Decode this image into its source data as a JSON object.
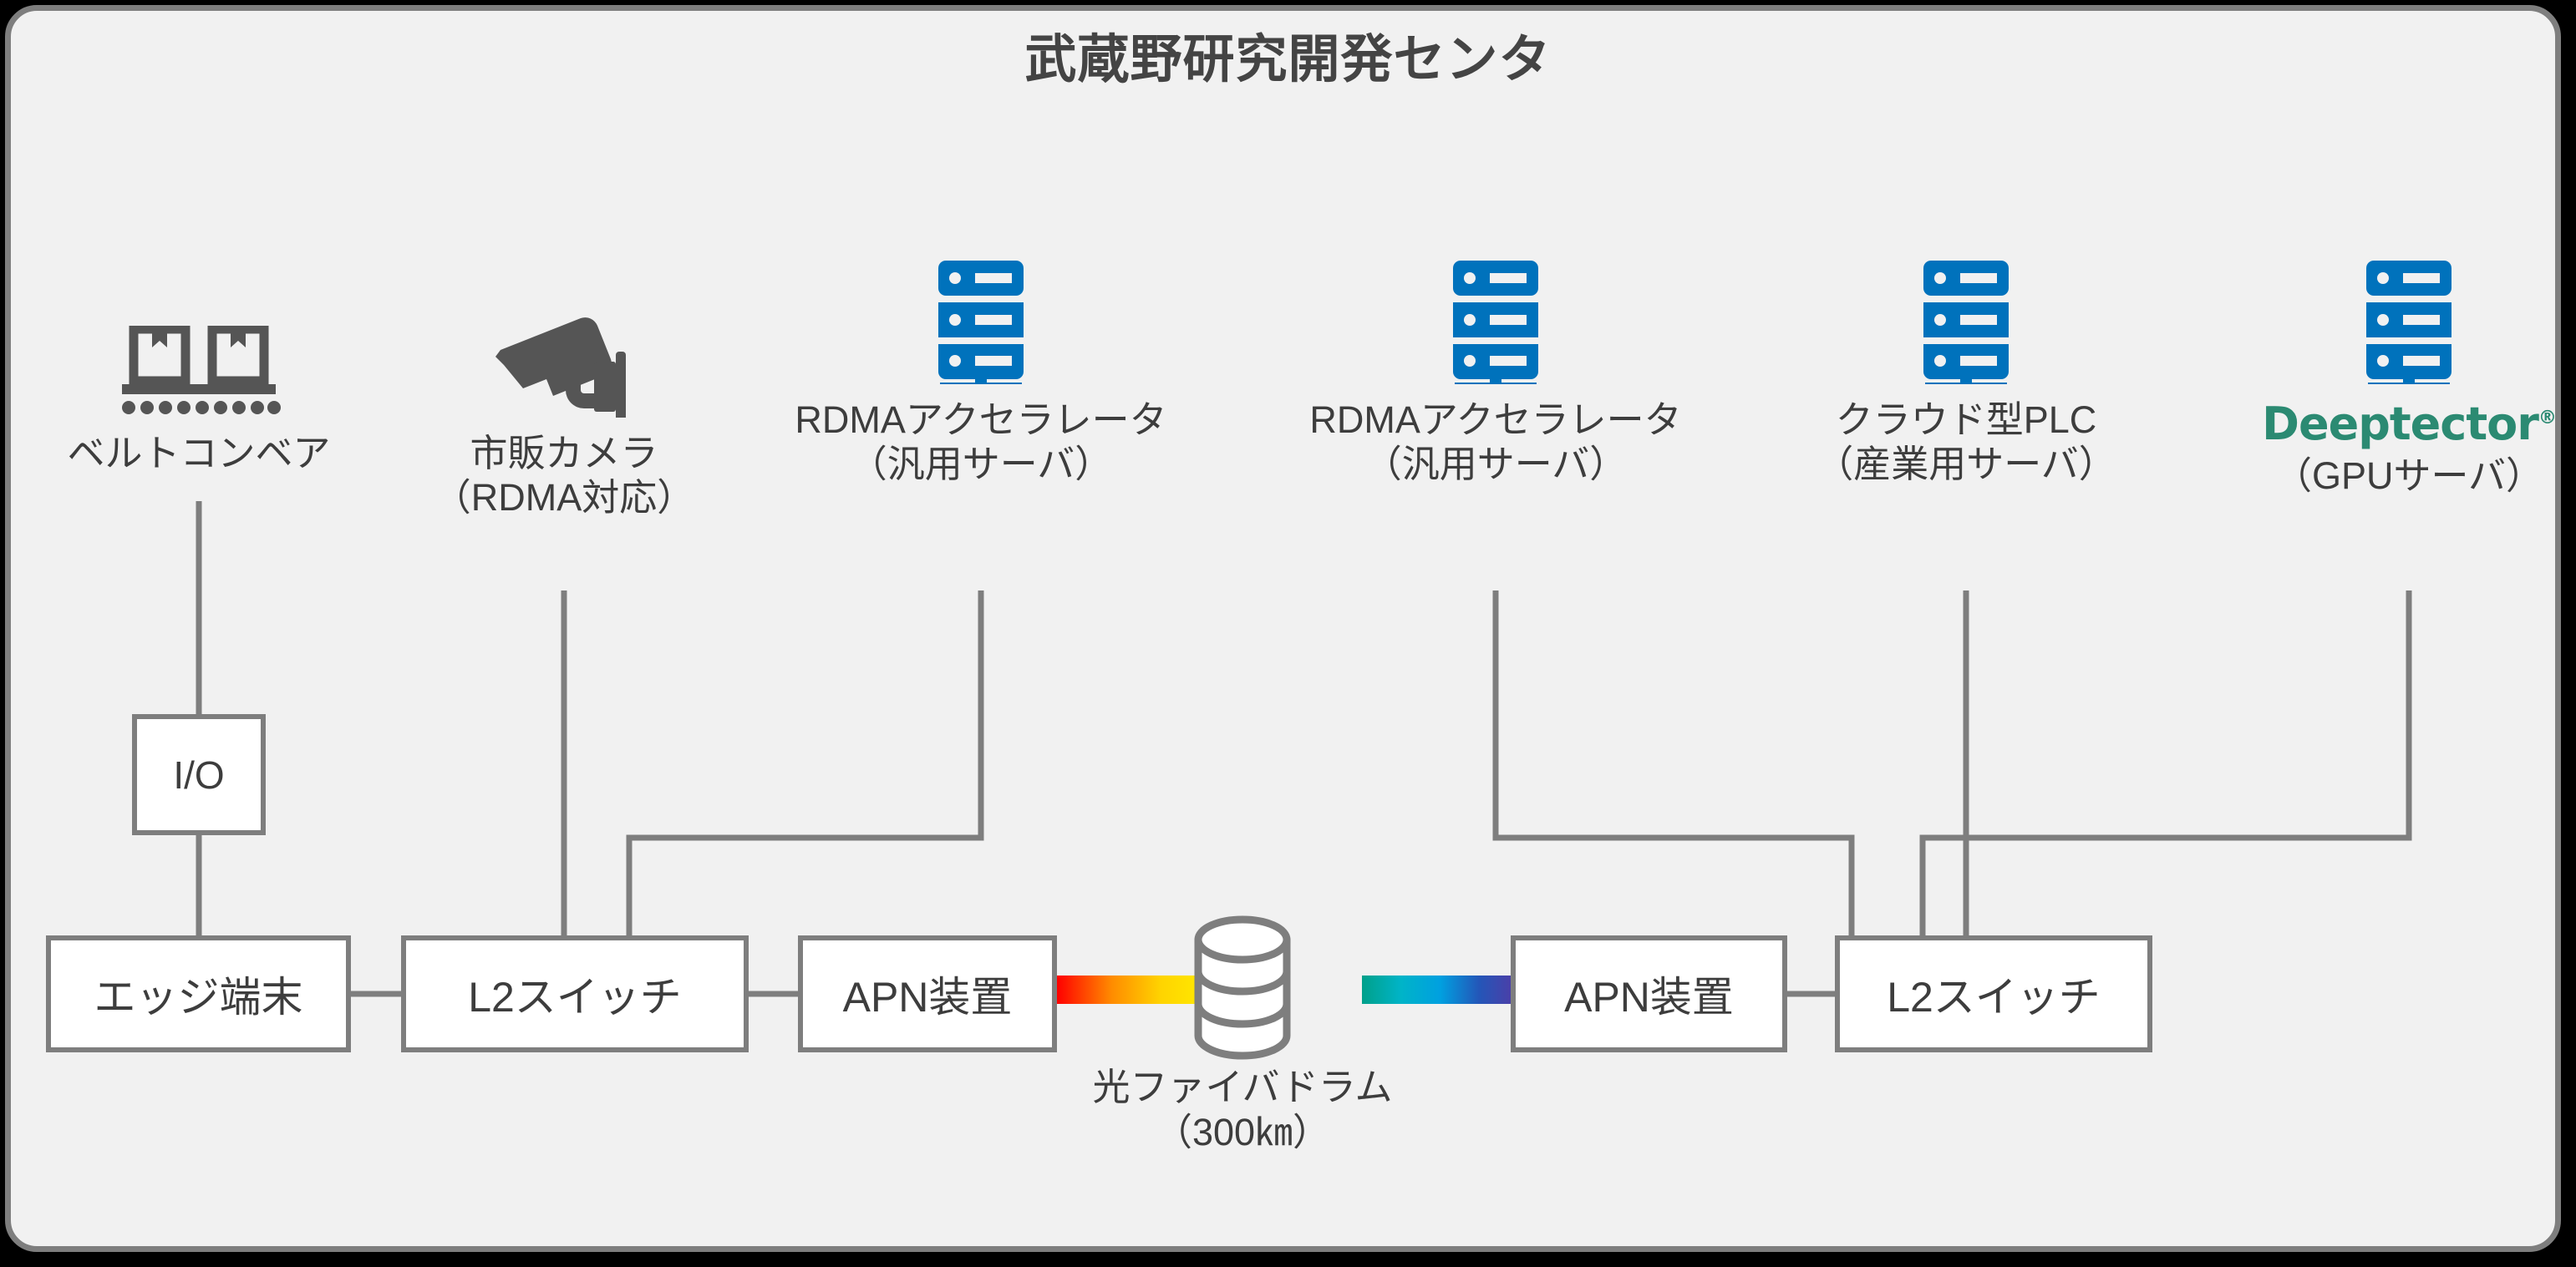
{
  "title": "武蔵野研究開発センタ",
  "colors": {
    "panel_bg": "#F1F1F1",
    "panel_border": "#7E7E7E",
    "wire": "#7E7E7E",
    "text": "#3D3D3D",
    "title_text": "#444444",
    "server_blue": "#0072BC",
    "icon_gray": "#555555",
    "logo_teal": "#2B8A72",
    "box_fill": "#FFFFFF",
    "fiber_left_start": "#FF0000",
    "fiber_left_end": "#FFE800",
    "fiber_right_start": "#00A08A",
    "fiber_right_end": "#4B3FA8"
  },
  "nodes": [
    {
      "id": "belt-conveyor",
      "icon": "conveyor-belt-icon",
      "caption_lines": [
        "ベルトコンベア"
      ]
    },
    {
      "id": "commercial-camera",
      "icon": "security-camera-icon",
      "caption_lines": [
        "市販カメラ",
        "（RDMA対応）"
      ]
    },
    {
      "id": "rdma-accelerator-1",
      "icon": "server-icon",
      "caption_lines": [
        "RDMAアクセラレータ",
        "（汎用サーバ）"
      ]
    },
    {
      "id": "rdma-accelerator-2",
      "icon": "server-icon",
      "caption_lines": [
        "RDMAアクセラレータ",
        "（汎用サーバ）"
      ]
    },
    {
      "id": "cloud-plc",
      "icon": "server-icon",
      "caption_lines": [
        "クラウド型PLC",
        "（産業用サーバ）"
      ]
    },
    {
      "id": "deeptector-gpu",
      "icon": "server-icon",
      "logo_text": "Deeptector",
      "logo_registered": "®",
      "caption_lines": [
        "（GPUサーバ）"
      ]
    }
  ],
  "boxes": [
    {
      "id": "io",
      "label": "I/O"
    },
    {
      "id": "edge-terminal",
      "label": "エッジ端末"
    },
    {
      "id": "l2-switch-left",
      "label": "L2スイッチ"
    },
    {
      "id": "apn-device-left",
      "label": "APN装置"
    },
    {
      "id": "apn-device-right",
      "label": "APN装置"
    },
    {
      "id": "l2-switch-right",
      "label": "L2スイッチ"
    }
  ],
  "fiber_drum": {
    "icon": "fiber-drum-icon",
    "caption_lines": [
      "光ファイバドラム",
      "（300㎞）"
    ]
  }
}
